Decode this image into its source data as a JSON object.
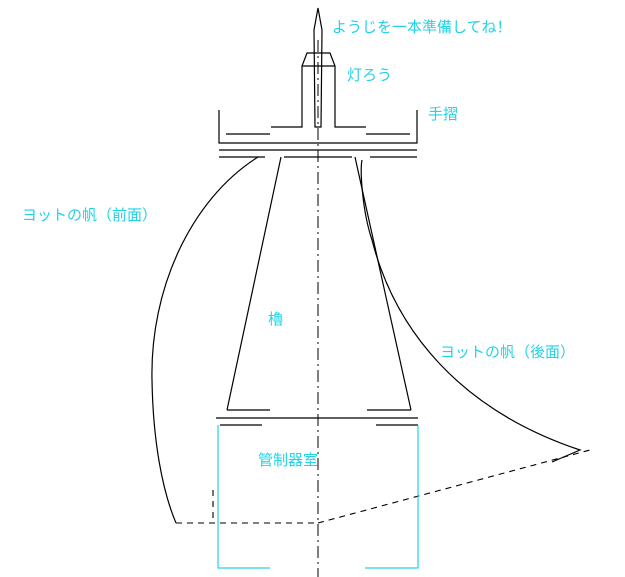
{
  "labels": {
    "toothpick": "ようじを一本準備してね！",
    "lantern": "灯ろう",
    "handrail": "手摺",
    "sail_front": "ヨットの帆（前面）",
    "tower": "櫓",
    "sail_back": "ヨットの帆（後面）",
    "control_room": "管制器室"
  },
  "colors": {
    "label": "#22d3e6",
    "line": "#000000"
  }
}
